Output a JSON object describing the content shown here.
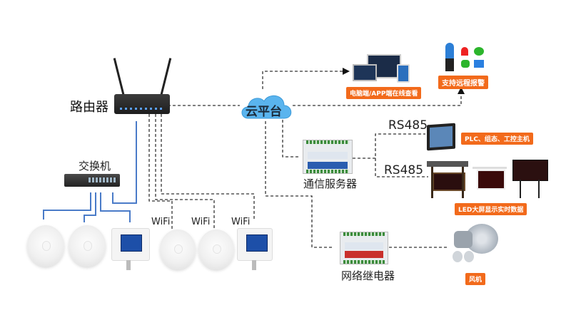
{
  "diagram": {
    "title_nodes": {
      "router": "路由器",
      "switch": "交换机",
      "cloud": "云平台",
      "comm_server": "通信服务器",
      "network_relay": "网络继电器"
    },
    "protocol_labels": [
      "RS485",
      "RS485"
    ],
    "wifi_labels": [
      "WiFi",
      "WiFi",
      "WiFi"
    ],
    "tags": {
      "pc_app": "电脑端/APP端在线查看",
      "remote_alarm": "支持远程报警",
      "plc": "PLC、组态、工控主机",
      "led": "LED大屏显示实时数据",
      "fan": "风机"
    },
    "colors": {
      "tag_bg": "#f26a1b",
      "cloud": "#5ab4ee",
      "cable": "#4a7bc8",
      "dashed": "#333333"
    }
  }
}
